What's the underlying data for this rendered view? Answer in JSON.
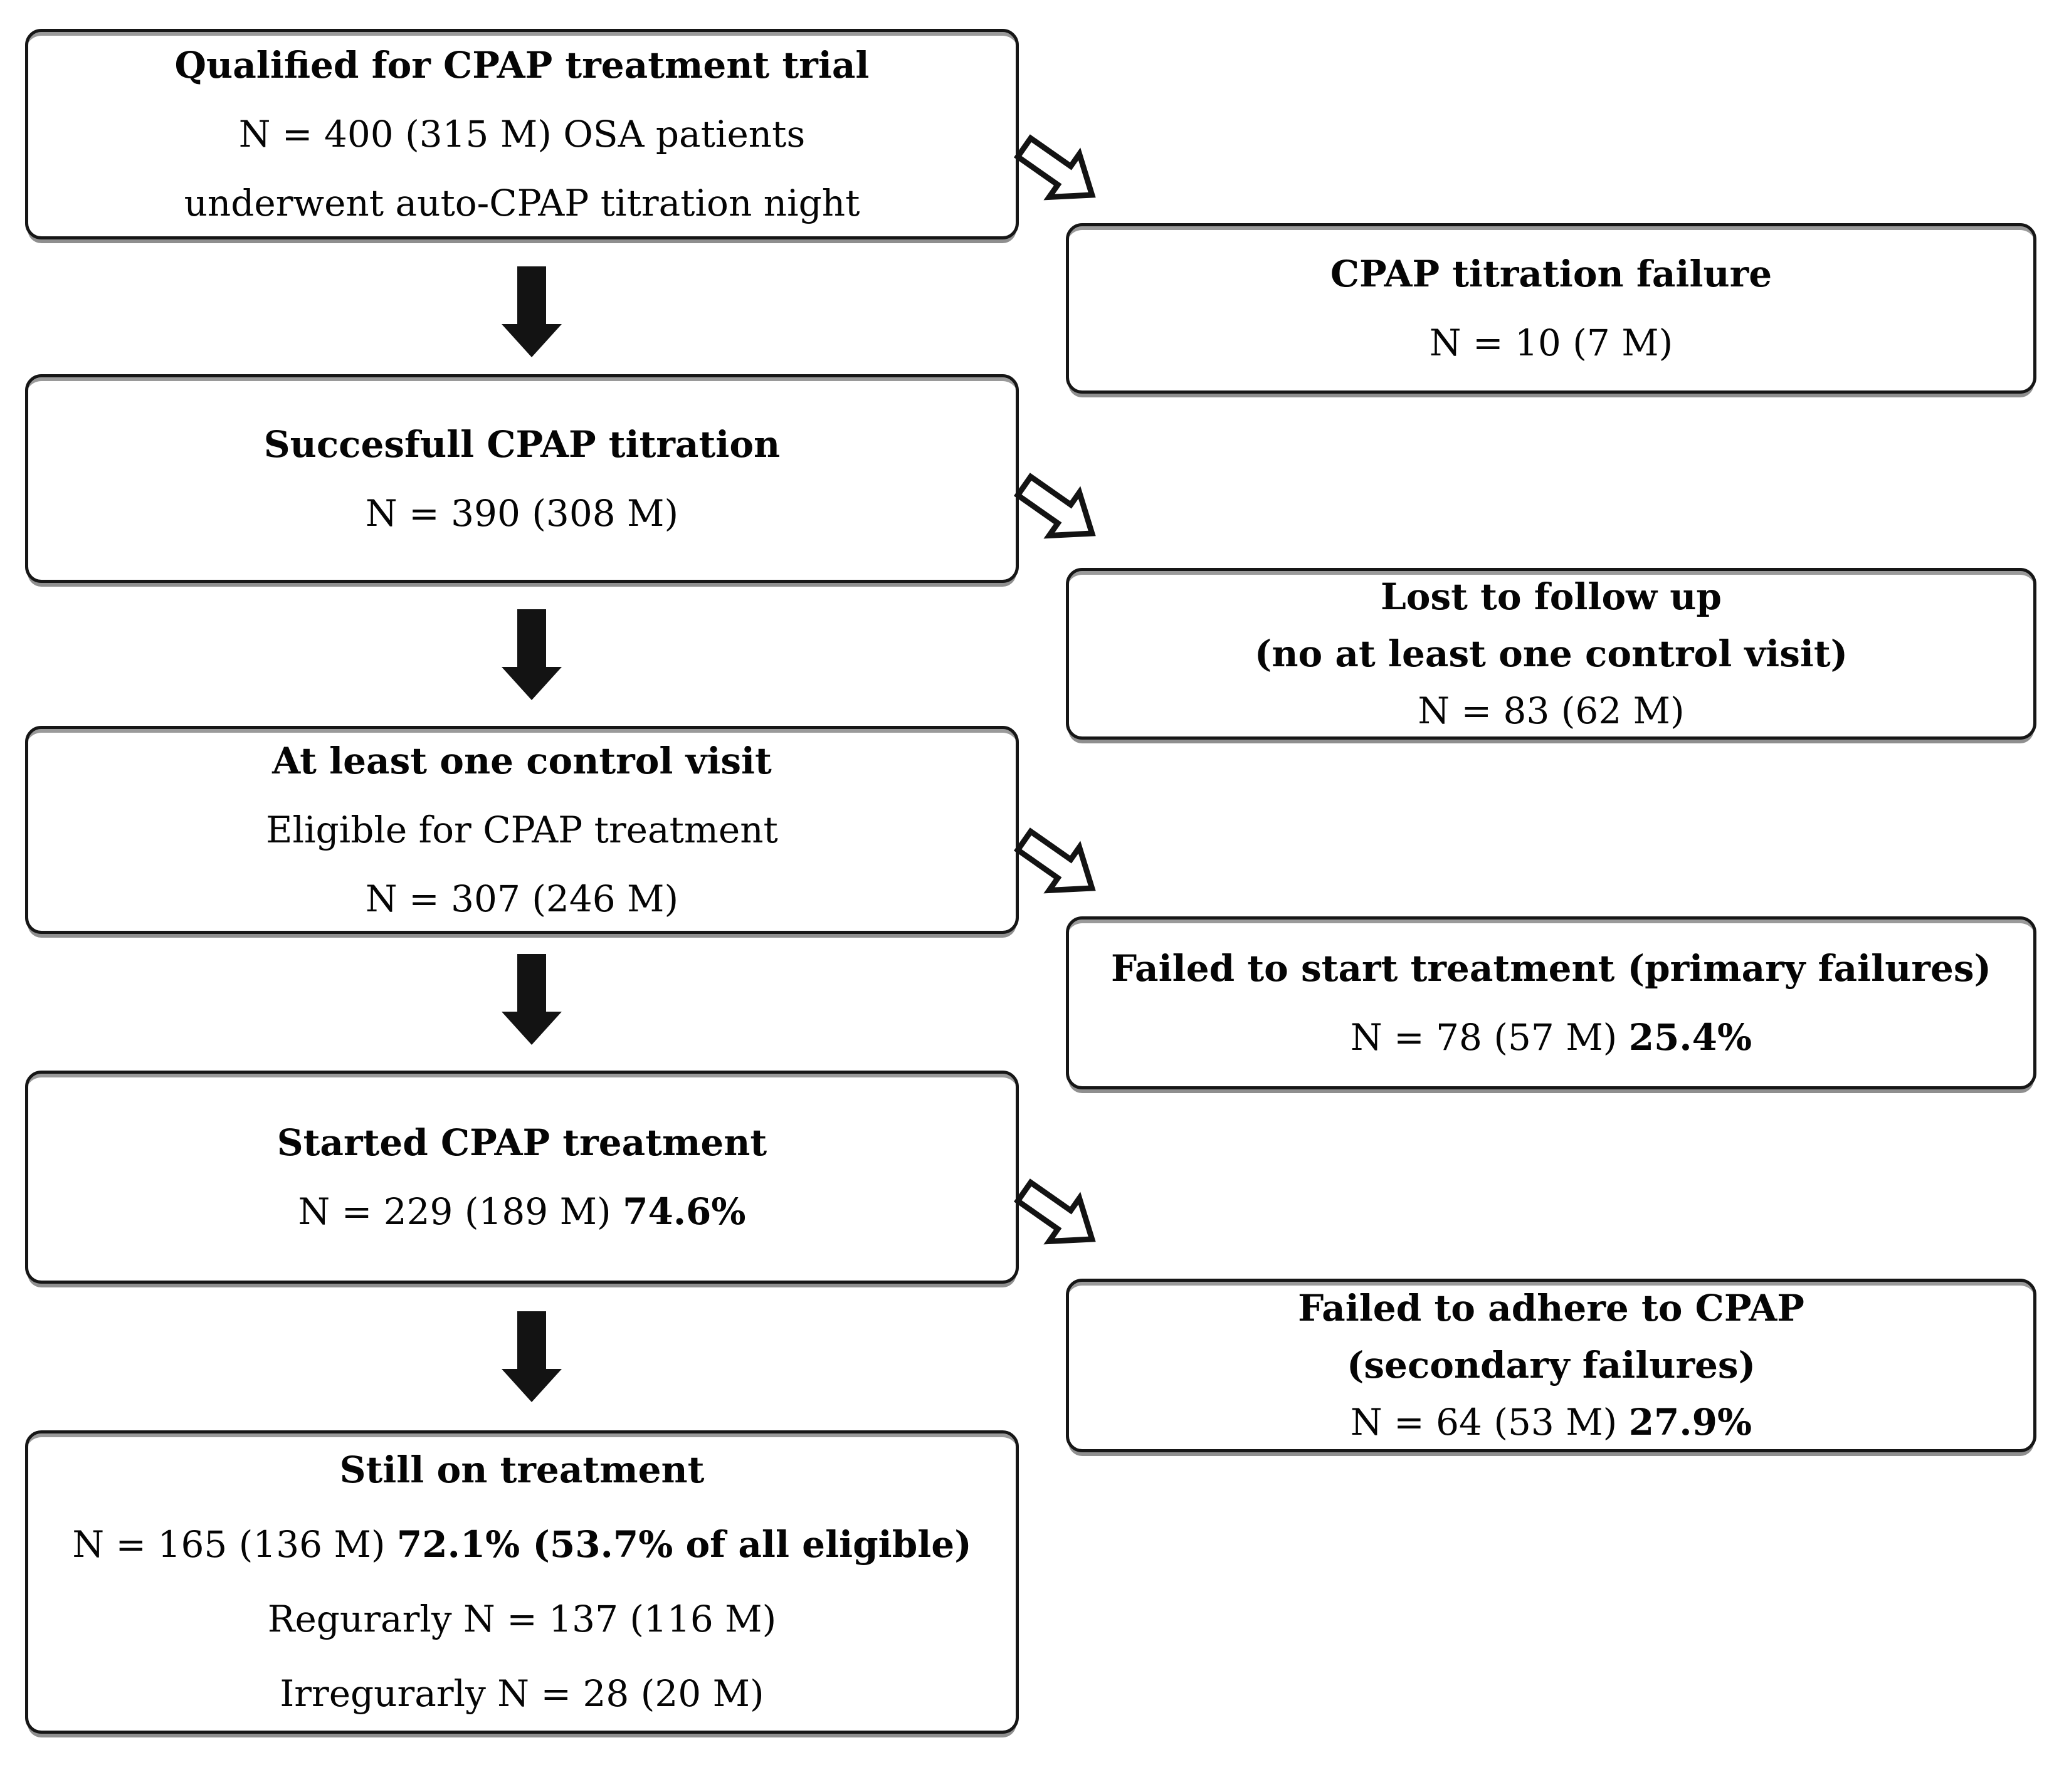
{
  "style": {
    "background": "#ffffff",
    "box_border_color": "#161616",
    "box_shadow_color": "#8f8f8f",
    "text_color": "#050505",
    "arrow_color": "#131313"
  },
  "connectors": {
    "down_arrow_count": 4,
    "branch_arrow_count": 4
  },
  "flow": {
    "left_column": [
      {
        "id": "qualified",
        "lines": [
          {
            "segments": [
              {
                "text": "Qualified for CPAP treatment trial",
                "bold": true
              }
            ]
          },
          {
            "segments": [
              {
                "text": "N = 400 (315 M) OSA patients",
                "bold": false
              }
            ]
          },
          {
            "segments": [
              {
                "text": "underwent auto-CPAP titration night",
                "bold": false
              }
            ]
          }
        ]
      },
      {
        "id": "successful-titration",
        "lines": [
          {
            "segments": [
              {
                "text": "Succesfull CPAP titration",
                "bold": true
              }
            ]
          },
          {
            "segments": [
              {
                "text": "N = 390 (308 M)",
                "bold": false
              }
            ]
          }
        ]
      },
      {
        "id": "control-visit",
        "lines": [
          {
            "segments": [
              {
                "text": "At least one control visit",
                "bold": true
              }
            ]
          },
          {
            "segments": [
              {
                "text": "Eligible for CPAP treatment",
                "bold": false
              }
            ]
          },
          {
            "segments": [
              {
                "text": "N = 307 (246 M)",
                "bold": false
              }
            ]
          }
        ]
      },
      {
        "id": "started-treatment",
        "lines": [
          {
            "segments": [
              {
                "text": "Started CPAP treatment",
                "bold": true
              }
            ]
          },
          {
            "segments": [
              {
                "text": "N = 229 (189 M) ",
                "bold": false
              },
              {
                "text": "74.6%",
                "bold": true
              }
            ]
          }
        ]
      },
      {
        "id": "still-on-treatment",
        "lines": [
          {
            "segments": [
              {
                "text": "Still on treatment",
                "bold": true
              }
            ]
          },
          {
            "segments": [
              {
                "text": "N = 165 (136 M) ",
                "bold": false
              },
              {
                "text": "72.1% (53.7% of all eligible)",
                "bold": true
              }
            ]
          },
          {
            "segments": [
              {
                "text": "Regurarly N = 137 (116 M)",
                "bold": false
              }
            ]
          },
          {
            "segments": [
              {
                "text": "Irregurarly N = 28 (20 M)",
                "bold": false
              }
            ]
          }
        ]
      }
    ],
    "right_column": [
      {
        "id": "titration-failure",
        "lines": [
          {
            "segments": [
              {
                "text": "CPAP titration failure",
                "bold": true
              }
            ]
          },
          {
            "segments": [
              {
                "text": "N = 10 (7 M)",
                "bold": false
              }
            ]
          }
        ]
      },
      {
        "id": "lost-to-follow-up",
        "lines": [
          {
            "segments": [
              {
                "text": "Lost to follow up",
                "bold": true
              }
            ]
          },
          {
            "segments": [
              {
                "text": "(no at least one control visit)",
                "bold": true
              }
            ]
          },
          {
            "segments": [
              {
                "text": "N = 83 (62 M)",
                "bold": false
              }
            ]
          }
        ]
      },
      {
        "id": "primary-failures",
        "lines": [
          {
            "segments": [
              {
                "text": "Failed to start treatment (primary failures)",
                "bold": true
              }
            ]
          },
          {
            "segments": [
              {
                "text": "N = 78 (57 M) ",
                "bold": false
              },
              {
                "text": "25.4%",
                "bold": true
              }
            ]
          }
        ]
      },
      {
        "id": "secondary-failures",
        "lines": [
          {
            "segments": [
              {
                "text": "Failed to adhere to CPAP",
                "bold": true
              }
            ]
          },
          {
            "segments": [
              {
                "text": "(secondary failures)",
                "bold": true
              }
            ]
          },
          {
            "segments": [
              {
                "text": "N = 64 (53 M) ",
                "bold": false
              },
              {
                "text": "27.9%",
                "bold": true
              }
            ]
          }
        ]
      }
    ]
  }
}
